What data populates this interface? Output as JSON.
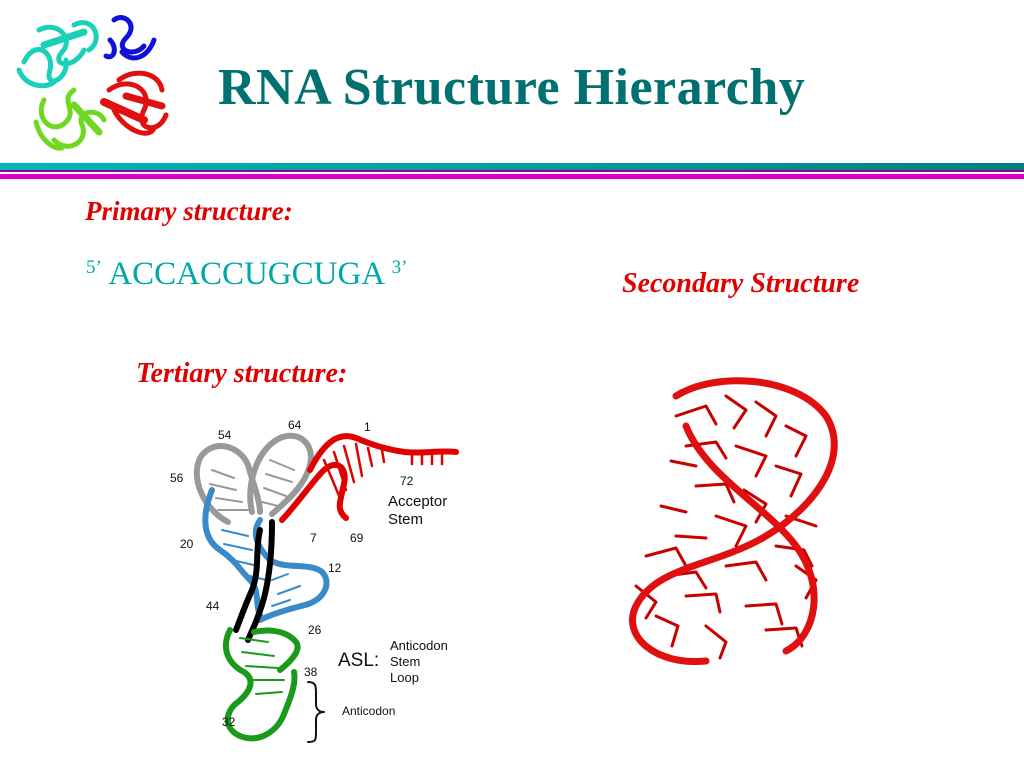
{
  "slide": {
    "title": "RNA Structure Hierarchy",
    "primary_label": "Primary structure:",
    "sequence": {
      "five_prime": "5’",
      "bases": "ACCACCUGCUGA",
      "three_prime": "3’"
    },
    "secondary_label": "Secondary Structure",
    "tertiary_label": "Tertiary structure:"
  },
  "trna_diagram": {
    "numbers": {
      "n1": "1",
      "n7": "7",
      "n12": "12",
      "n20": "20",
      "n26": "26",
      "n32": "32",
      "n38": "38",
      "n44": "44",
      "n54": "54",
      "n56": "56",
      "n64": "64",
      "n69": "69",
      "n72": "72"
    },
    "acceptor_label_1": "Acceptor",
    "acceptor_label_2": "Stem",
    "asl_label": "ASL:",
    "asl_desc_1": "Anticodon",
    "asl_desc_2": "Stem",
    "asl_desc_3": "Loop",
    "anticodon_label": "Anticodon",
    "colors": {
      "acceptor": "#e00000",
      "t_arm": "#999999",
      "d_arm": "#3a8ac8",
      "core": "#000000",
      "anticodon_arm": "#1a9a1a"
    }
  },
  "colors": {
    "title": "#007070",
    "accent_red": "#e00000",
    "sequence": "#00a8a8",
    "rule_teal": "#00a0a0",
    "rule_magenta": "#e000c8"
  }
}
